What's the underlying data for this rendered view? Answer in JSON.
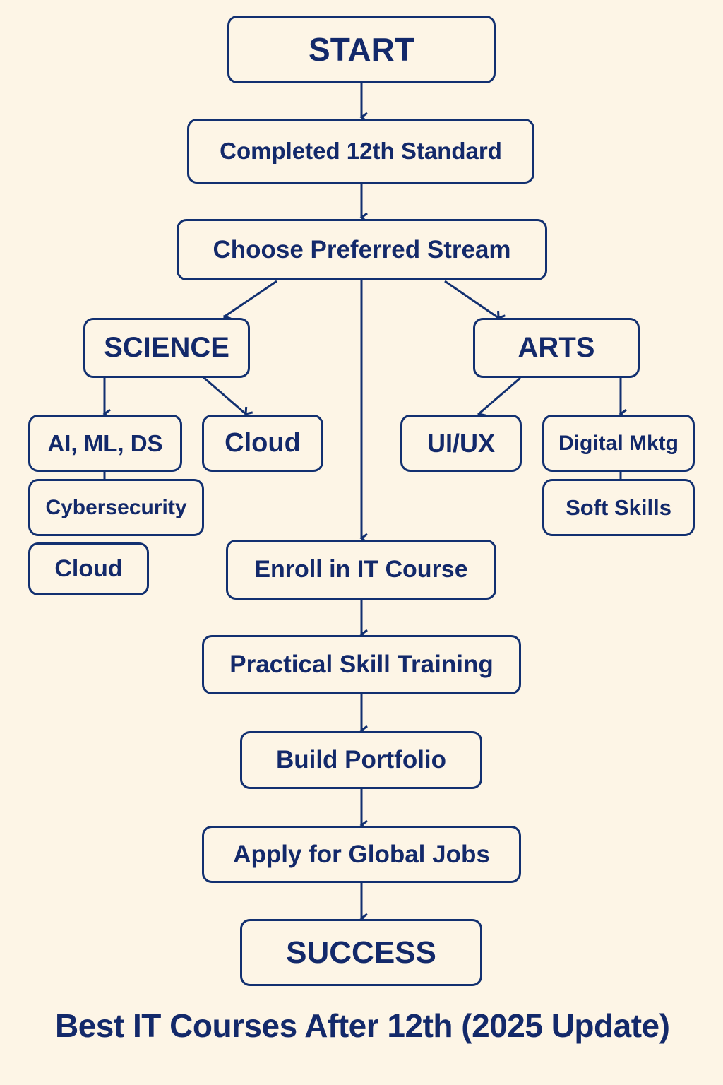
{
  "diagram": {
    "title": "Best IT Courses After 12th (2025 Update)",
    "colors": {
      "background": "#fdf5e6",
      "stroke": "#123070",
      "text": "#13296a"
    },
    "nodes": {
      "start": "START",
      "completed": "Completed 12th Standard",
      "choose": "Choose Preferred Stream",
      "science": "SCIENCE",
      "arts": "ARTS",
      "ai_ml_ds": "AI, ML, DS",
      "cloud_science": "Cloud",
      "cybersecurity": "Cybersecurity",
      "cloud_science_2": "Cloud",
      "ui_ux": "UI/UX",
      "digital_mktg": "Digital Mktg",
      "soft_skills": "Soft Skills",
      "enroll": "Enroll in IT Course",
      "practical": "Practical Skill Training",
      "portfolio": "Build Portfolio",
      "apply": "Apply for Global Jobs",
      "success": "SUCCESS"
    },
    "edges": [
      [
        "start",
        "completed"
      ],
      [
        "completed",
        "choose"
      ],
      [
        "choose",
        "science"
      ],
      [
        "choose",
        "enroll"
      ],
      [
        "choose",
        "arts"
      ],
      [
        "science",
        "ai_ml_ds"
      ],
      [
        "science",
        "cloud_science"
      ],
      [
        "ai_ml_ds",
        "cybersecurity"
      ],
      [
        "arts",
        "ui_ux"
      ],
      [
        "arts",
        "digital_mktg"
      ],
      [
        "digital_mktg",
        "soft_skills"
      ],
      [
        "enroll",
        "practical"
      ],
      [
        "practical",
        "portfolio"
      ],
      [
        "portfolio",
        "apply"
      ],
      [
        "apply",
        "success"
      ]
    ]
  }
}
